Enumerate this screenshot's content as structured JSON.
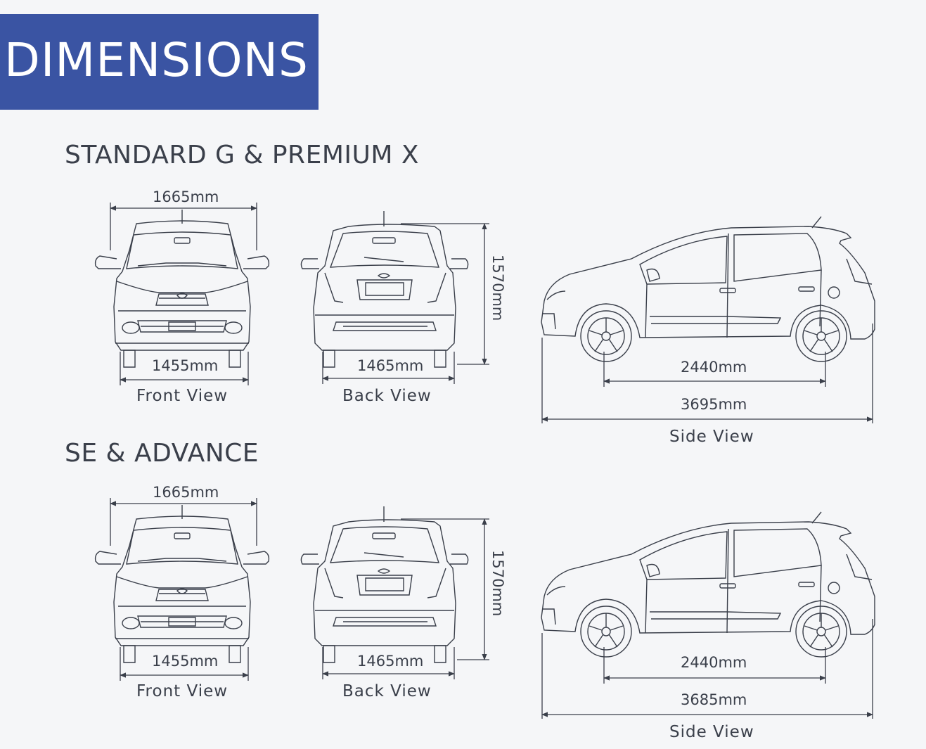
{
  "header": {
    "title": "DIMENSIONS"
  },
  "sections": [
    {
      "title": "STANDARD G & PREMIUM X",
      "front": {
        "width": "1665mm",
        "track": "1455mm",
        "caption": "Front View"
      },
      "back": {
        "height": "1570mm",
        "track": "1465mm",
        "caption": "Back View"
      },
      "side": {
        "wheelbase": "2440mm",
        "length": "3695mm",
        "caption": "Side View"
      }
    },
    {
      "title": "SE & ADVANCE",
      "front": {
        "width": "1665mm",
        "track": "1455mm",
        "caption": "Front View"
      },
      "back": {
        "height": "1570mm",
        "track": "1465mm",
        "caption": "Back View"
      },
      "side": {
        "wheelbase": "2440mm",
        "length": "3685mm",
        "caption": "Side View"
      }
    }
  ],
  "colors": {
    "banner": "#3a54a3",
    "line": "#3a3f4a",
    "background": "#f5f6f8"
  }
}
